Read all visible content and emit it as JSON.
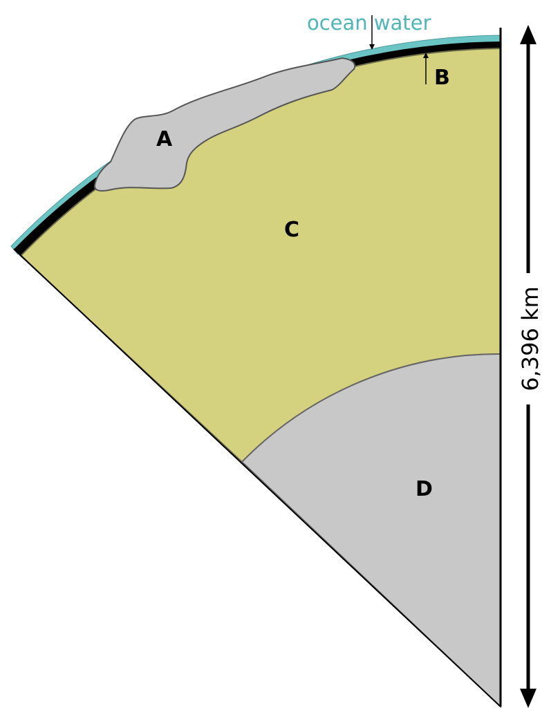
{
  "labels": {
    "ocean_water": "ocean water",
    "layer_a": "A",
    "layer_b": "B",
    "layer_c": "C",
    "layer_d": "D"
  },
  "scale": {
    "radius_label": "6,396 km"
  },
  "colors": {
    "ocean": "#6cc5c5",
    "thin_crust": "#000000",
    "layer_a": "#c8c8c8",
    "layer_c": "#d4d27e",
    "layer_d": "#c8c8c8",
    "ocean_text": "#4fb5b8"
  }
}
